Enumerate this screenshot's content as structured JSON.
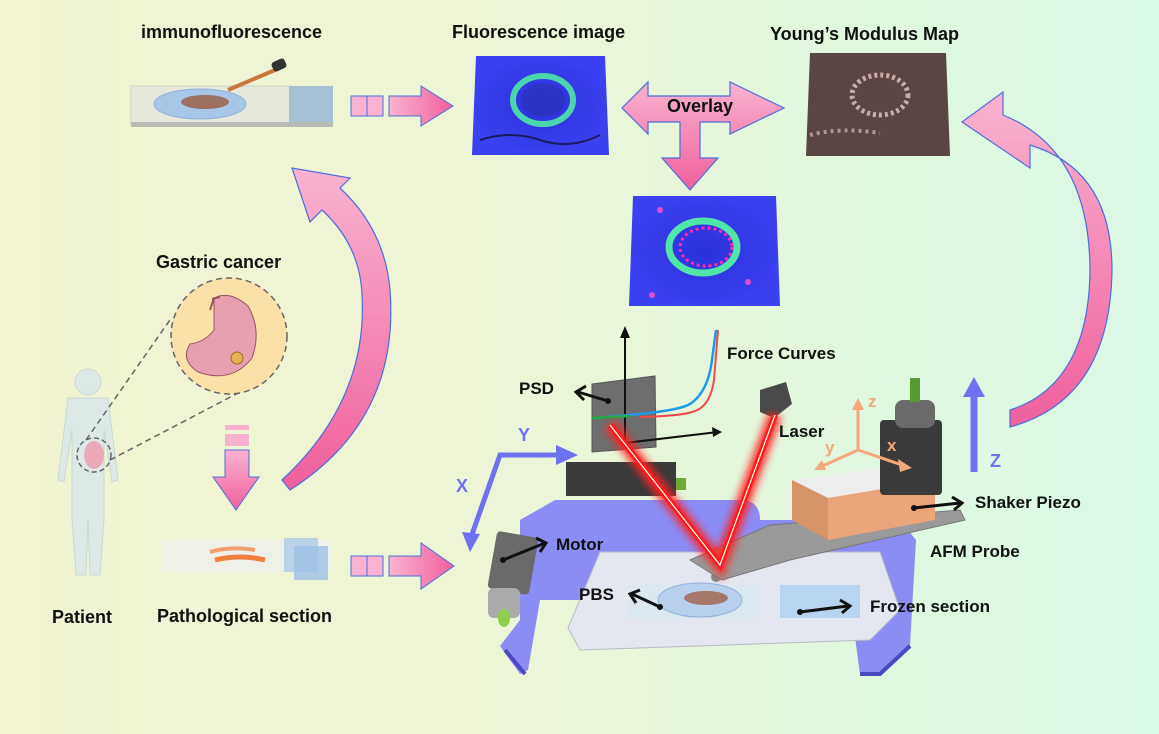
{
  "labels": {
    "immunofluorescence": "immunofluorescence",
    "fluorescence_image": "Fluorescence image",
    "youngs_modulus_map": "Young’s Modulus Map",
    "overlay": "Overlay",
    "gastric_cancer": "Gastric cancer",
    "patient": "Patient",
    "pathological_section": "Pathological section",
    "force_curves": "Force Curves",
    "psd": "PSD",
    "laser": "Laser",
    "motor": "Motor",
    "pbs": "PBS",
    "frozen_section": "Frozen section",
    "shaker_piezo": "Shaker Piezo",
    "afm_probe": "AFM Probe"
  },
  "axes": {
    "stage_x": "X",
    "stage_y": "Y",
    "stage_z": "Z",
    "piezo_x": "x",
    "piezo_y": "y",
    "piezo_z": "z"
  },
  "colors": {
    "flow_arrow": "#f06aa0",
    "flow_arrow_light": "#f9a9cb",
    "arrow_shadow": "#4a6fd8",
    "stage_blue": "#8c8cf5",
    "axis_blue": "#6f72f0",
    "axis_orange": "#f3a97a",
    "laser_red": "#ff1a1a",
    "fluor_blue": "#3a3ff0",
    "fluor_green": "#4fe6a8",
    "modulus_brown": "#5a4545",
    "piezo_orange": "#eba57a",
    "curve_blue": "#1e9be6",
    "curve_red": "#f04a4a",
    "curve_green": "#22aa44"
  }
}
